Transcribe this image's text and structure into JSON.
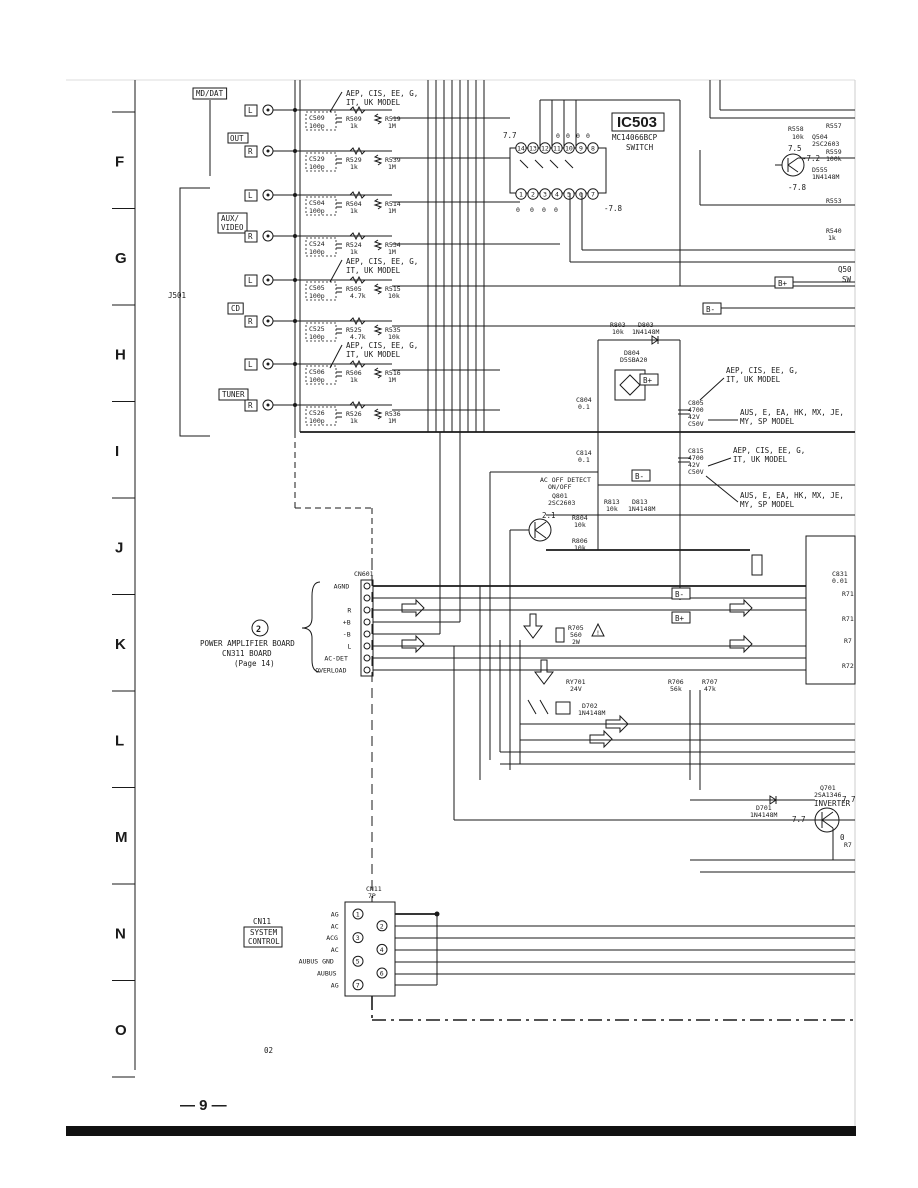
{
  "rows": [
    "F",
    "G",
    "H",
    "I",
    "J",
    "K",
    "L",
    "M",
    "N",
    "O"
  ],
  "page_number": "— 9 —",
  "page_mark": "02",
  "ic503": {
    "ref": "IC503",
    "part": "MC14066BCP",
    "function": "SWITCH",
    "top_pins": [
      "14",
      "13",
      "12",
      "11",
      "10",
      "9",
      "8"
    ],
    "bottom_pins": [
      "1",
      "2",
      "3",
      "4",
      "5",
      "6",
      "7"
    ],
    "top_voltages": [
      "7.7",
      "0",
      "0",
      "0",
      "0"
    ],
    "bottom_voltages": [
      "0",
      "0",
      "0",
      "0"
    ],
    "neg_voltage": "-7.8"
  },
  "jacks": {
    "j501": "J501",
    "groups": [
      {
        "name": "MD/DAT",
        "inner": "OUT",
        "rows": [
          {
            "side": "L",
            "cap": "C509",
            "cap_val": "100p",
            "r1": "R509",
            "r1_val": "1k",
            "r2": "R519",
            "r2_val": "1M"
          },
          {
            "side": "R",
            "cap": "C529",
            "cap_val": "100p",
            "r1": "R529",
            "r1_val": "1k",
            "r2": "R539",
            "r2_val": "1M"
          }
        ]
      },
      {
        "name": "AUX/\nVIDEO",
        "inner": "",
        "rows": [
          {
            "side": "L",
            "cap": "C504",
            "cap_val": "100p",
            "r1": "R504",
            "r1_val": "1k",
            "r2": "R514",
            "r2_val": "1M"
          },
          {
            "side": "R",
            "cap": "C524",
            "cap_val": "100p",
            "r1": "R524",
            "r1_val": "1k",
            "r2": "R534",
            "r2_val": "1M"
          }
        ]
      },
      {
        "name": "CD",
        "inner": "",
        "rows": [
          {
            "side": "L",
            "cap": "C505",
            "cap_val": "100p",
            "r1": "R505",
            "r1_val": "4.7k",
            "r2": "R515",
            "r2_val": "10k"
          },
          {
            "side": "R",
            "cap": "C525",
            "cap_val": "100p",
            "r1": "R525",
            "r1_val": "4.7k",
            "r2": "R535",
            "r2_val": "10k"
          }
        ]
      },
      {
        "name": "TUNER",
        "inner": "",
        "rows": [
          {
            "side": "L",
            "cap": "C506",
            "cap_val": "100p",
            "r1": "R506",
            "r1_val": "1k",
            "r2": "R516",
            "r2_val": "1M"
          },
          {
            "side": "R",
            "cap": "C526",
            "cap_val": "100p",
            "r1": "R526",
            "r1_val": "1k",
            "r2": "R536",
            "r2_val": "1M"
          }
        ]
      }
    ]
  },
  "model_notes": {
    "aep_short": "AEP, CIS, EE, G,\nIT, UK MODEL",
    "aus_long": "AUS, E, EA, HK, MX, JE,\nMY, SP MODEL",
    "aep_uk": "AEP, CIS, EE, G,\nIT, UK MODEL"
  },
  "power": {
    "r803": "R803",
    "r803_val": "10k",
    "d803": "D803",
    "d803_part": "1N4148M",
    "d804": "D804",
    "d804_part": "D5SBA20",
    "c804": "C804",
    "c804_val": "0.1",
    "c814": "C814",
    "c814_val": "0.1",
    "c805": "C805",
    "c805_val": "4700",
    "c805_volt": "42V",
    "c815": "C815",
    "c815_val": "4700",
    "c815_volt": "42V",
    "c50v": "C50V",
    "b_plus": "B+",
    "b_minus": "B-",
    "ac_off_detect": "AC OFF DETECT\nON/OFF",
    "q801": "Q801",
    "q801_part": "2SC2603",
    "q801_v": "2.1",
    "r813": "R813",
    "r813_val": "10k",
    "d813": "D813",
    "d813_part": "1N4148M",
    "r804": "R804",
    "r804_val": "10k",
    "r806": "R806",
    "r806_val": "10k"
  },
  "cn601": {
    "ref": "CN601",
    "pins": [
      "AGND",
      "",
      "R",
      "+B",
      "-B",
      "L",
      "AC-DET",
      "OVERLOAD"
    ],
    "board_num": "2",
    "board_title": "POWER AMPLIFIER BOARD",
    "board_sub": "CN311 BOARD",
    "board_page": "(Page 14)"
  },
  "relay": {
    "r705": "R705",
    "r705_val": "560",
    "r705_w": "2W",
    "ry701": "RY701",
    "ry701_val": "24V",
    "d702": "D702",
    "d702_part": "1N4148M",
    "r706": "R706",
    "r706_val": "56k",
    "r707": "R707",
    "r707_val": "47k"
  },
  "inverter": {
    "q701": "Q701",
    "q701_part": "2SA1346",
    "label": "INVERTER",
    "d701": "D701",
    "d701_part": "1N4148M",
    "v1": "7.7",
    "v2": "7.7",
    "v3": "0"
  },
  "upper_right": {
    "r558": "R558",
    "r558_val": "10k",
    "q504": "Q504",
    "q504_part": "2SC2603",
    "r557": "R557",
    "r559": "R559",
    "r559_val": "100k",
    "d555": "D555",
    "d555_part": "1N4148M",
    "v_a": "7.5",
    "v_b": "-7.2",
    "v_c": "-7.8",
    "r540": "R540",
    "r540_val": "1k",
    "r553": "R553",
    "q50x": "Q50",
    "sw": "SW"
  },
  "right_edge": {
    "c831": "C831",
    "c831_val": "0.01",
    "r71a": "R71",
    "r71b": "R71",
    "r7c": "R7",
    "r72": "R72",
    "r7d": "R7"
  },
  "cn11": {
    "ref": "CN11",
    "pins_count": "7P",
    "pins": [
      "AG",
      "AC",
      "ACG",
      "AC",
      "AUBUS GND",
      "AUBUS",
      "AG"
    ],
    "nums": [
      "1",
      "2",
      "3",
      "4",
      "5",
      "6",
      "7"
    ],
    "sys_ref": "CN11",
    "sys_label": "SYSTEM\nCONTROL"
  }
}
